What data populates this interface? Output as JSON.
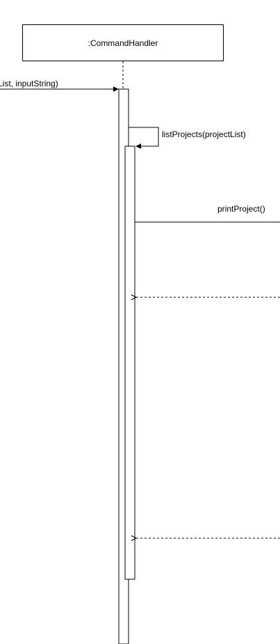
{
  "participant": {
    "name": ":CommandHandler"
  },
  "messages": {
    "incoming_call": "List, inputString)",
    "self_call": "listProjects(projectList)",
    "outgoing_call": "printProject()"
  }
}
